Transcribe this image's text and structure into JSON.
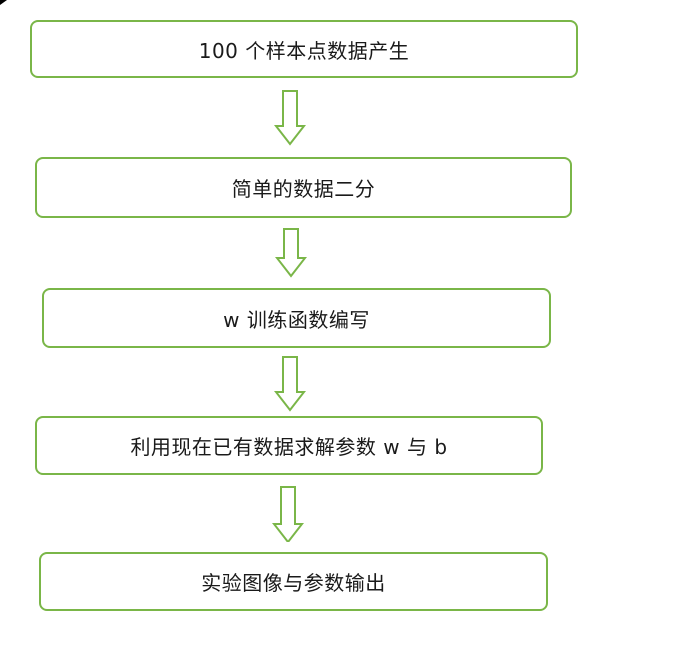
{
  "steps": [
    {
      "label": "100 个样本点数据产生"
    },
    {
      "label": "简单的数据二分"
    },
    {
      "label": "w 训练函数编写"
    },
    {
      "label": "利用现在已有数据求解参数 w 与 b"
    },
    {
      "label": "实验图像与参数输出"
    }
  ],
  "colors": {
    "border": "#7ab648",
    "text": "#1a1a1a",
    "background": "#ffffff"
  },
  "icons": {
    "connector": "down-arrow-icon"
  }
}
